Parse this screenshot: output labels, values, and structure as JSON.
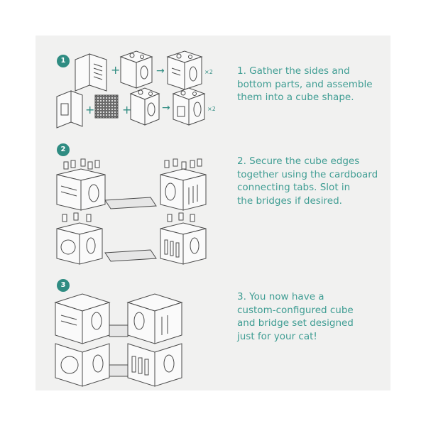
{
  "steps": [
    {
      "number": "1",
      "text": "1. Gather the sides and\nbottom parts, and assemble\nthem into a cube shape."
    },
    {
      "number": "2",
      "text": "2. Secure the cube edges\ntogether using the cardboard\nconnecting tabs. Slot in\nthe bridges if desired."
    },
    {
      "number": "3",
      "text": "3. You now have a\ncustom-configured cube\nand bridge set designed\njust for your cat!"
    }
  ],
  "multipliers": [
    "×2",
    "×2"
  ],
  "colors": {
    "accent": "#2f8c82",
    "text": "#3f9d93",
    "panel": "#f1f1f0",
    "line": "#4a4a4a"
  }
}
